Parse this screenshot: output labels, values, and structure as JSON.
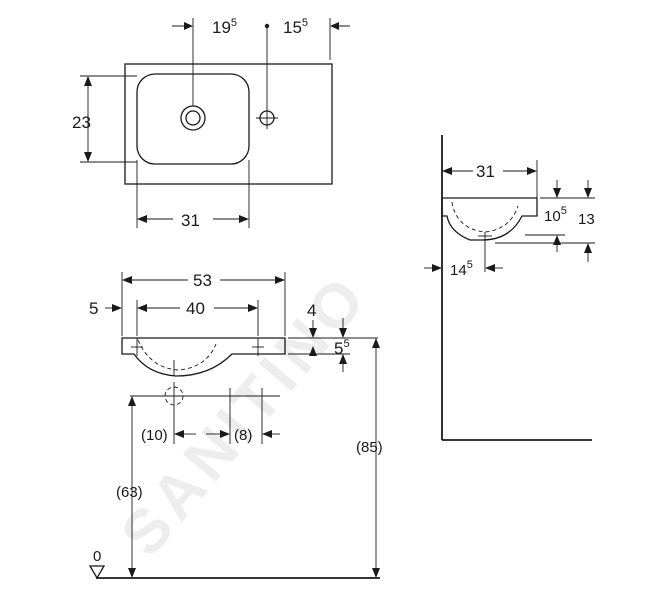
{
  "watermark": {
    "text": "SANITINO"
  },
  "top_view": {
    "dim_tap_offset": {
      "base": "19",
      "sup": "5"
    },
    "dim_edge_offset": {
      "base": "15",
      "sup": "5"
    },
    "dim_depth": "23",
    "dim_basin_width": "31"
  },
  "side_view": {
    "dim_basin_width": "31",
    "dim_depth_a": {
      "base": "10",
      "sup": "5"
    },
    "dim_depth_b": "13",
    "dim_wall_offset": {
      "base": "14",
      "sup": "5"
    }
  },
  "front_view": {
    "dim_total_width": "53",
    "dim_inner_width": "40",
    "dim_left_edge": "5",
    "dim_rim_thickness": "4",
    "dim_rim_drop": {
      "base": "5",
      "sup": "5"
    },
    "dim_tap_left": "(10)",
    "dim_tap_right": "(8)",
    "dim_height_total": "(85)",
    "dim_height_drain": "(63)",
    "floor_level": "0"
  }
}
